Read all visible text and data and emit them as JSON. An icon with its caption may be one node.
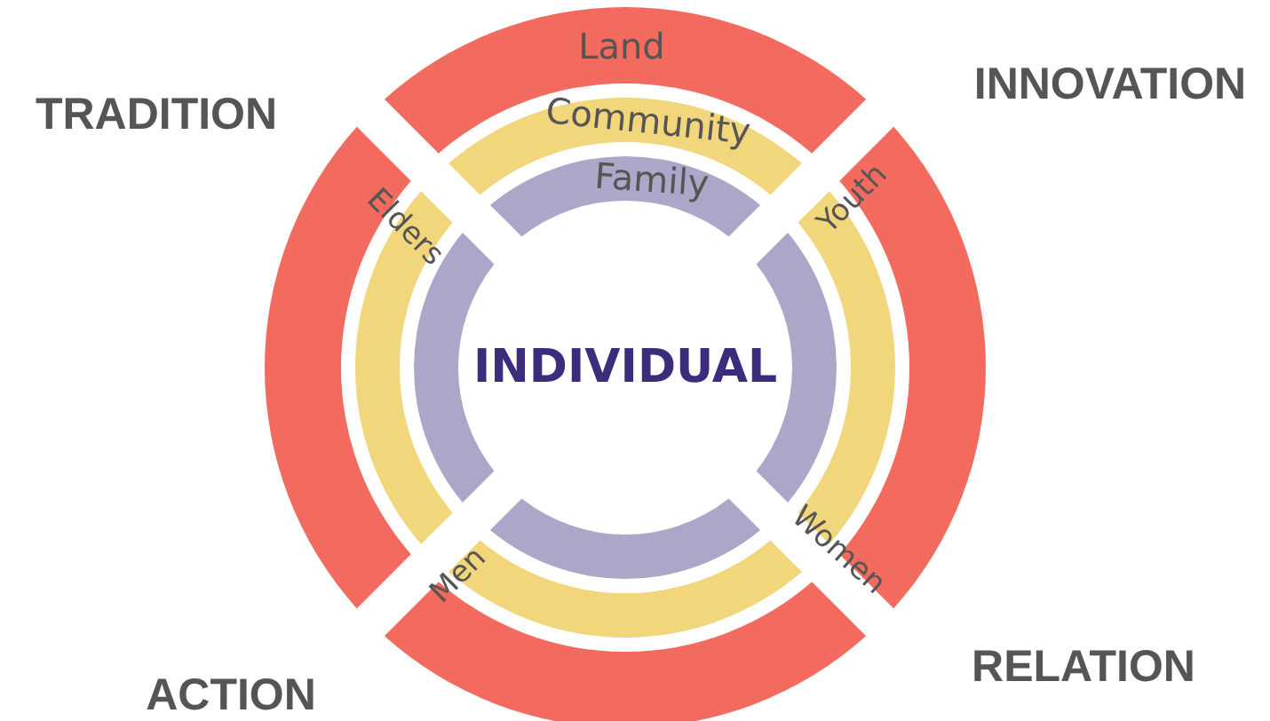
{
  "diagram": {
    "nodes": [
      {
        "text": [
          "Land"
        ]
      },
      {
        "text": [
          "Community"
        ],
        "in": 0
      },
      {
        "text": [
          "Family"
        ],
        "in": 1
      },
      {
        "text": [
          "INDIVIDUAL"
        ],
        "in": 2
      }
    ],
    "labels": [
      "TRADITION",
      "INNOVATION",
      "Elders",
      "Youth",
      "Women",
      "Men",
      "ACTION",
      "RELATION"
    ]
  }
}
